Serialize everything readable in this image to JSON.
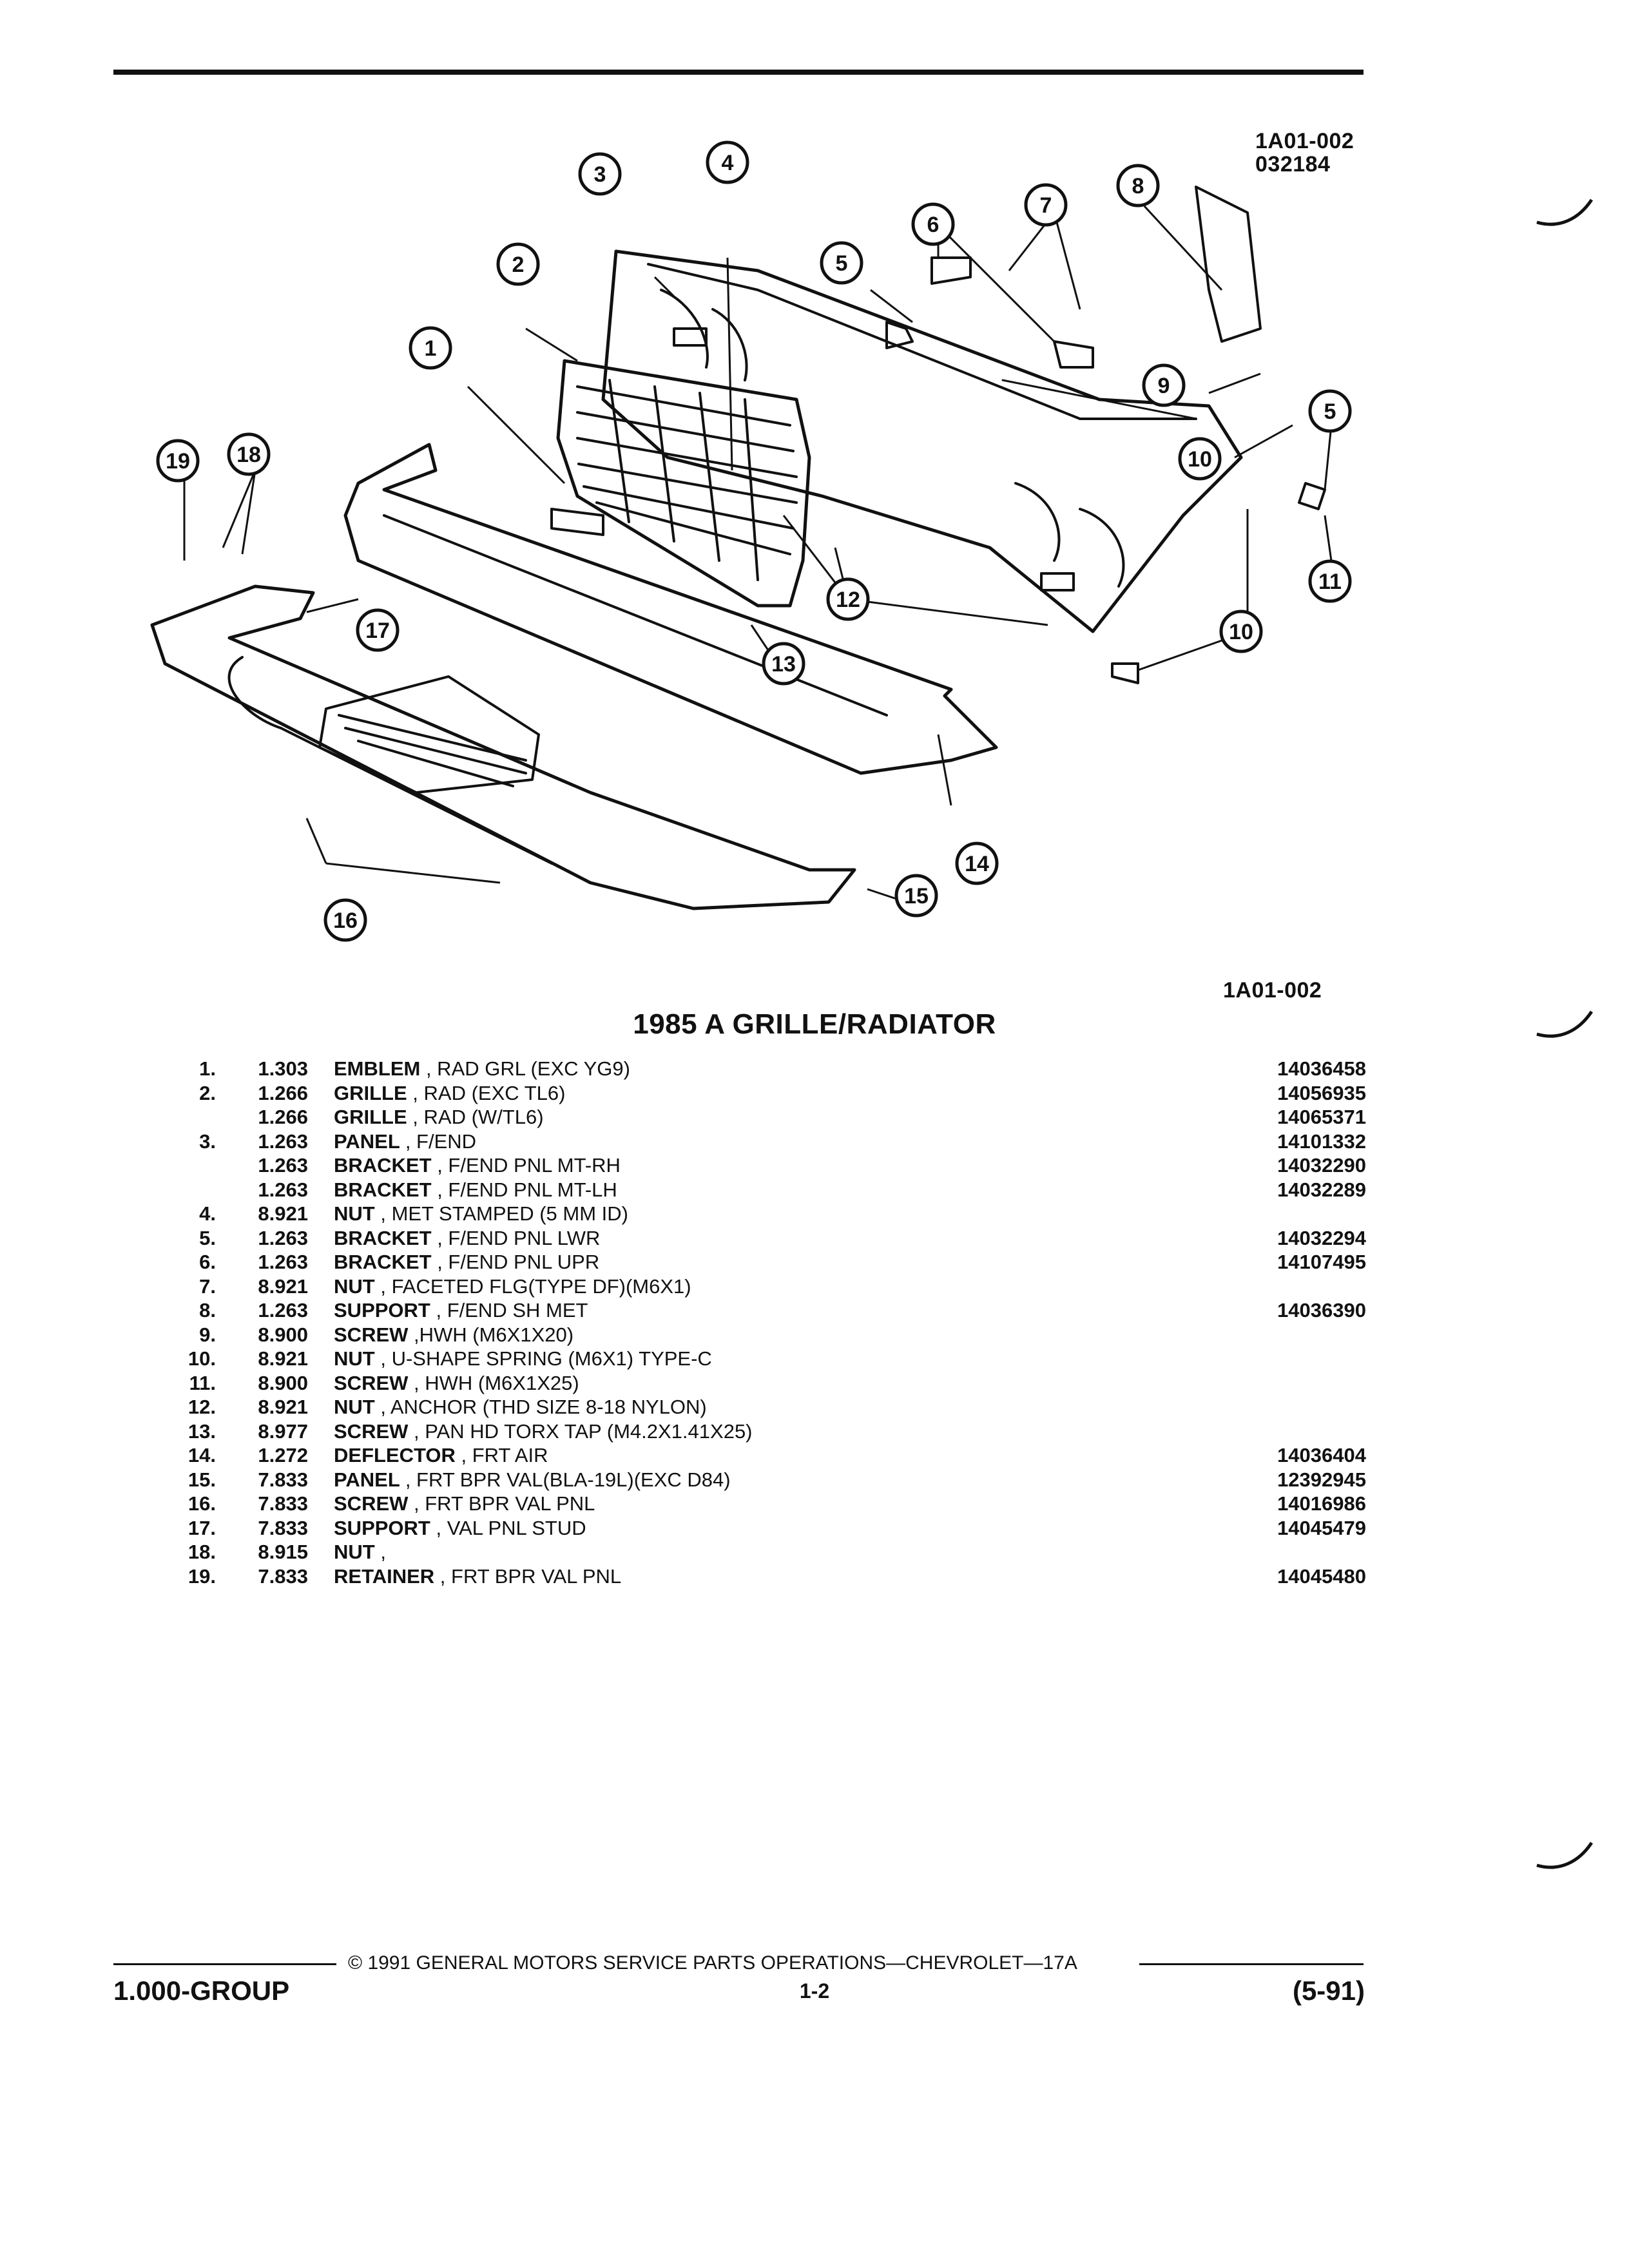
{
  "header": {
    "diagram_id_top": "1A01-002",
    "diagram_date": "032184",
    "diagram_id_bottom": "1A01-002"
  },
  "diagram": {
    "callouts": [
      "1",
      "2",
      "3",
      "4",
      "5",
      "6",
      "7",
      "8",
      "9",
      "10",
      "11",
      "12",
      "13",
      "14",
      "15",
      "16",
      "17",
      "18",
      "19"
    ]
  },
  "section_title": "1985 A GRILLE/RADIATOR",
  "parts": [
    {
      "item": "1.",
      "group": "1.303",
      "name": "EMBLEM",
      "desc": ", RAD GRL (EXC YG9)",
      "part_no": "14036458"
    },
    {
      "item": "2.",
      "group": "1.266",
      "name": "GRILLE",
      "desc": ", RAD (EXC TL6)",
      "part_no": "14056935"
    },
    {
      "item": "",
      "group": "1.266",
      "name": "GRILLE",
      "desc": ", RAD (W/TL6)",
      "part_no": "14065371"
    },
    {
      "item": "3.",
      "group": "1.263",
      "name": "PANEL",
      "desc": ", F/END",
      "part_no": "14101332"
    },
    {
      "item": "",
      "group": "1.263",
      "name": "BRACKET",
      "desc": ", F/END PNL MT-RH",
      "part_no": "14032290"
    },
    {
      "item": "",
      "group": "1.263",
      "name": "BRACKET",
      "desc": ", F/END PNL MT-LH",
      "part_no": "14032289"
    },
    {
      "item": "4.",
      "group": "8.921",
      "name": "NUT",
      "desc": ", MET STAMPED (5 MM ID)",
      "part_no": ""
    },
    {
      "item": "5.",
      "group": "1.263",
      "name": "BRACKET",
      "desc": ", F/END PNL LWR",
      "part_no": "14032294"
    },
    {
      "item": "6.",
      "group": "1.263",
      "name": "BRACKET",
      "desc": ", F/END PNL UPR",
      "part_no": "14107495"
    },
    {
      "item": "7.",
      "group": "8.921",
      "name": "NUT",
      "desc": ", FACETED FLG(TYPE DF)(M6X1)",
      "part_no": ""
    },
    {
      "item": "8.",
      "group": "1.263",
      "name": "SUPPORT",
      "desc": ", F/END SH MET",
      "part_no": "14036390"
    },
    {
      "item": "9.",
      "group": "8.900",
      "name": "SCREW",
      "desc": ",HWH (M6X1X20)",
      "part_no": ""
    },
    {
      "item": "10.",
      "group": "8.921",
      "name": "NUT",
      "desc": ", U-SHAPE SPRING (M6X1) TYPE-C",
      "part_no": ""
    },
    {
      "item": "11.",
      "group": "8.900",
      "name": "SCREW",
      "desc": ", HWH (M6X1X25)",
      "part_no": ""
    },
    {
      "item": "12.",
      "group": "8.921",
      "name": "NUT",
      "desc": ", ANCHOR (THD SIZE 8-18 NYLON)",
      "part_no": ""
    },
    {
      "item": "13.",
      "group": "8.977",
      "name": "SCREW",
      "desc": ", PAN HD TORX TAP (M4.2X1.41X25)",
      "part_no": ""
    },
    {
      "item": "14.",
      "group": "1.272",
      "name": "DEFLECTOR",
      "desc": ", FRT AIR",
      "part_no": "14036404"
    },
    {
      "item": "15.",
      "group": "7.833",
      "name": "PANEL",
      "desc": ", FRT BPR VAL(BLA-19L)(EXC D84)",
      "part_no": "12392945"
    },
    {
      "item": "16.",
      "group": "7.833",
      "name": "SCREW",
      "desc": ", FRT BPR VAL PNL",
      "part_no": "14016986"
    },
    {
      "item": "17.",
      "group": "7.833",
      "name": "SUPPORT",
      "desc": ", VAL PNL STUD",
      "part_no": "14045479"
    },
    {
      "item": "18.",
      "group": "8.915",
      "name": "NUT",
      "desc": ",",
      "part_no": ""
    },
    {
      "item": "19.",
      "group": "7.833",
      "name": "RETAINER",
      "desc": ", FRT BPR VAL PNL",
      "part_no": "14045480"
    }
  ],
  "footer": {
    "copyright": "© 1991 GENERAL MOTORS SERVICE PARTS OPERATIONS—CHEVROLET—17A",
    "group": "1.000-GROUP",
    "page": "1-2",
    "revision": "(5-91)"
  }
}
